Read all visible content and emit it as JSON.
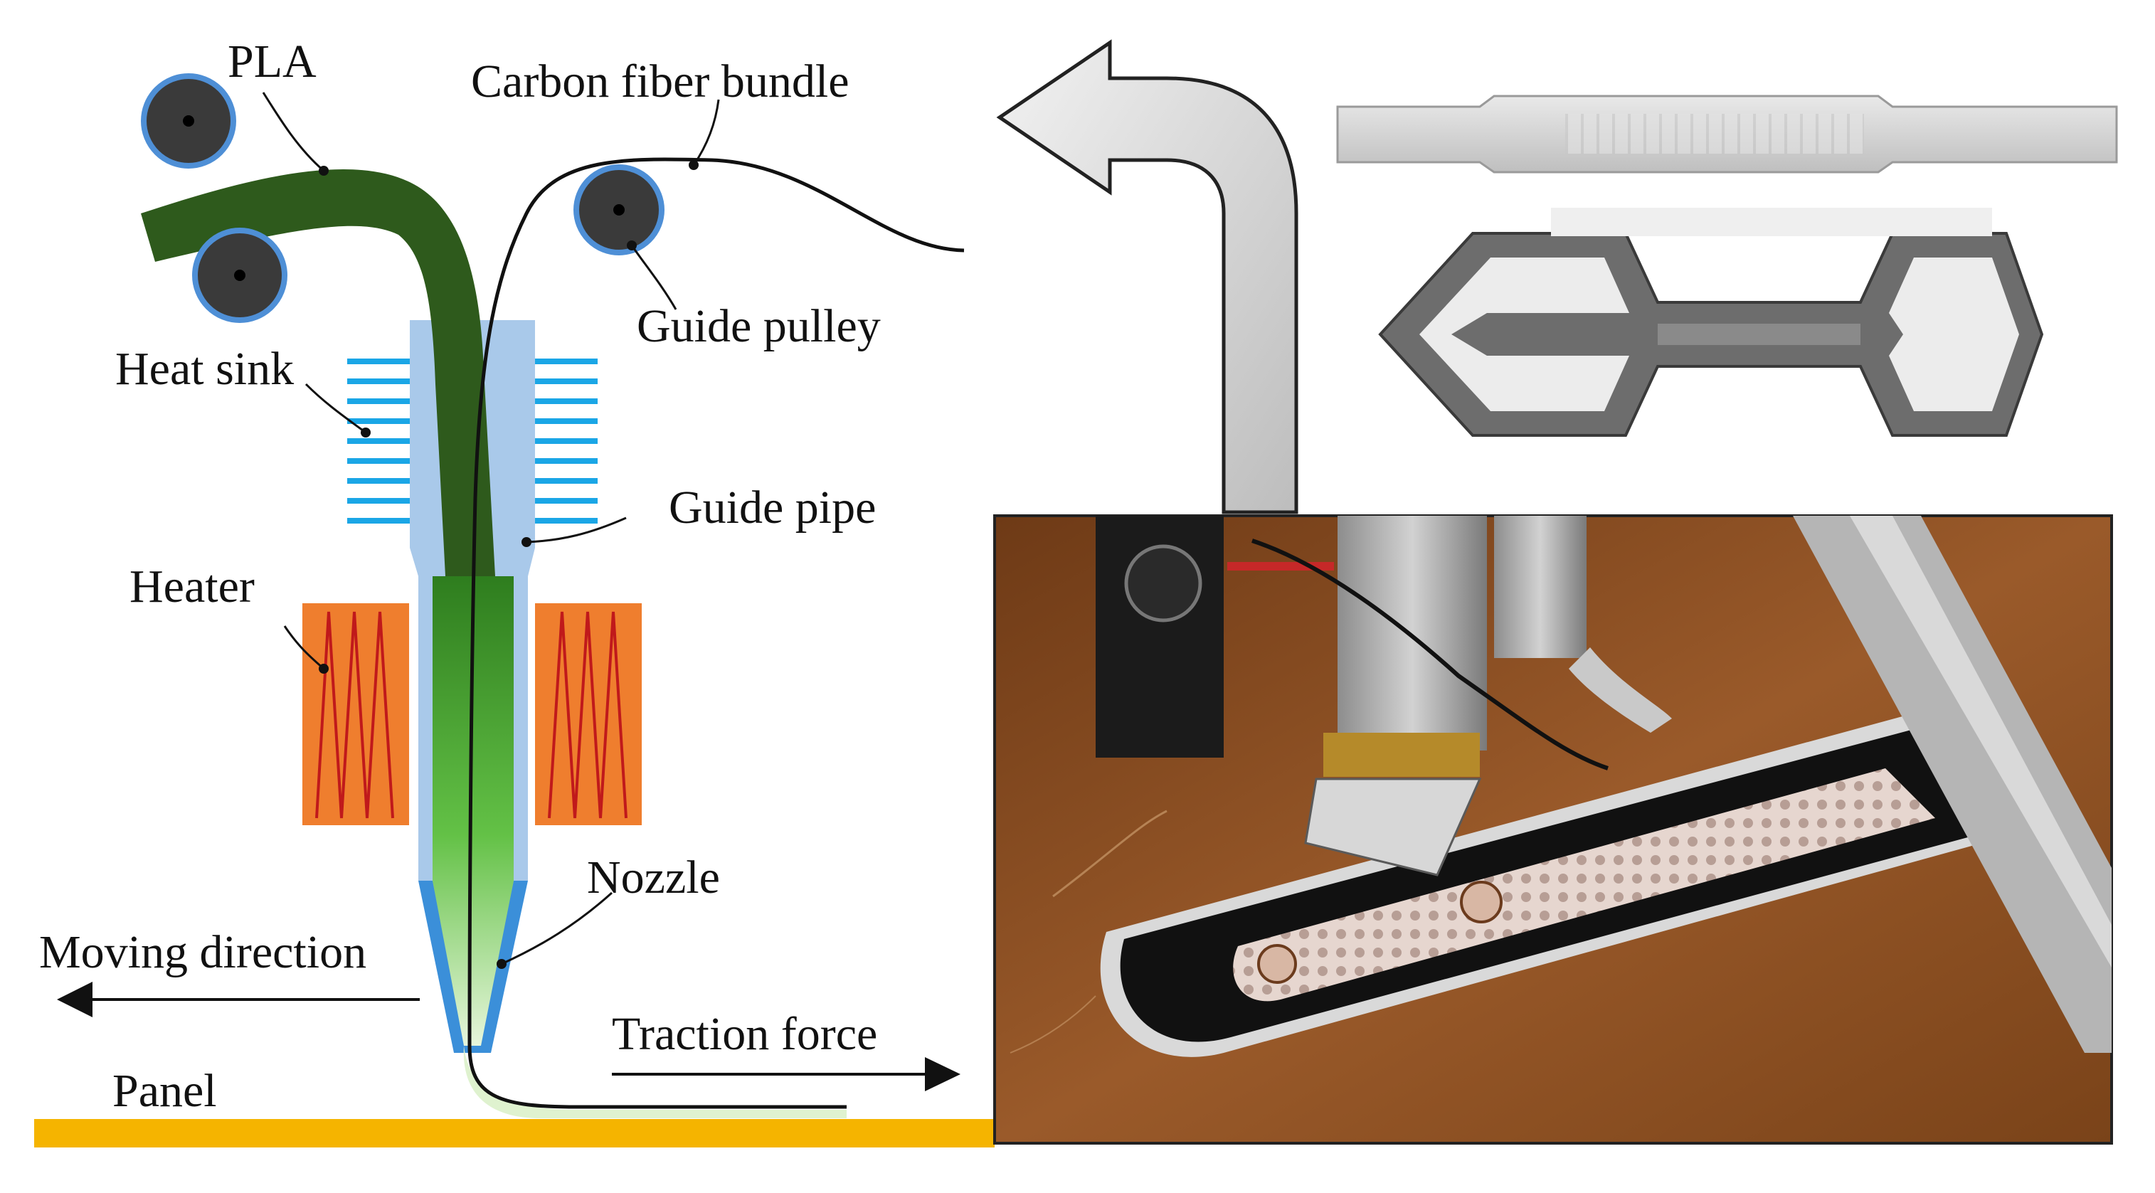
{
  "labels": {
    "pla": "PLA",
    "carbon_fiber_bundle": "Carbon fiber bundle",
    "guide_pulley": "Guide pulley",
    "heat_sink": "Heat sink",
    "guide_pipe": "Guide pipe",
    "heater": "Heater",
    "nozzle": "Nozzle",
    "moving_direction": "Moving direction",
    "traction_force": "Traction force",
    "panel": "Panel"
  },
  "colors": {
    "pla_filament": "#2e5a1c",
    "pla_melt": "#6cc24a",
    "heat_sink_fins": "#1aa6e6",
    "guide_pipe": "#a9c9ea",
    "nozzle_tip": "#3b8fd9",
    "heater_block": "#ef7e2e",
    "heater_coil": "#c0191b",
    "panel": "#f5b400",
    "pulley_body": "#3a3a3a",
    "pulley_rim": "#4e8fd6",
    "print_bed": "#8a4f22",
    "fiber_track": "#111111"
  },
  "icons": {
    "process_arrow": "curved-arrow-up-left-icon"
  }
}
